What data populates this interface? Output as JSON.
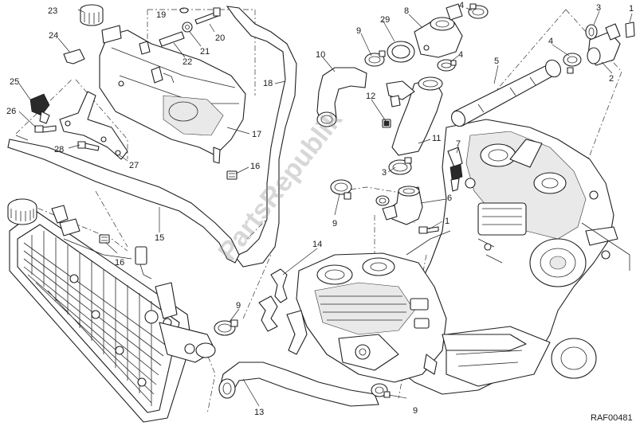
{
  "watermark": "PartsRepublik",
  "reference_code": "RAF00481",
  "callouts": {
    "c1": "1",
    "c2": "2",
    "c3": "3",
    "c4": "4",
    "c5": "5",
    "c6": "6",
    "c7": "7",
    "c8": "8",
    "c9": "9",
    "c10": "10",
    "c11": "11",
    "c12": "12",
    "c13": "13",
    "c14": "14",
    "c15": "15",
    "c16": "16",
    "c17": "17",
    "c18": "18",
    "c19": "19",
    "c20": "20",
    "c21": "21",
    "c22": "22",
    "c23": "23",
    "c24": "24",
    "c25": "25",
    "c26": "26",
    "c27": "27",
    "c28": "28",
    "c29": "29"
  },
  "colors": {
    "line": "#1f1f1f",
    "background": "#ffffff",
    "watermark": "#969696"
  }
}
